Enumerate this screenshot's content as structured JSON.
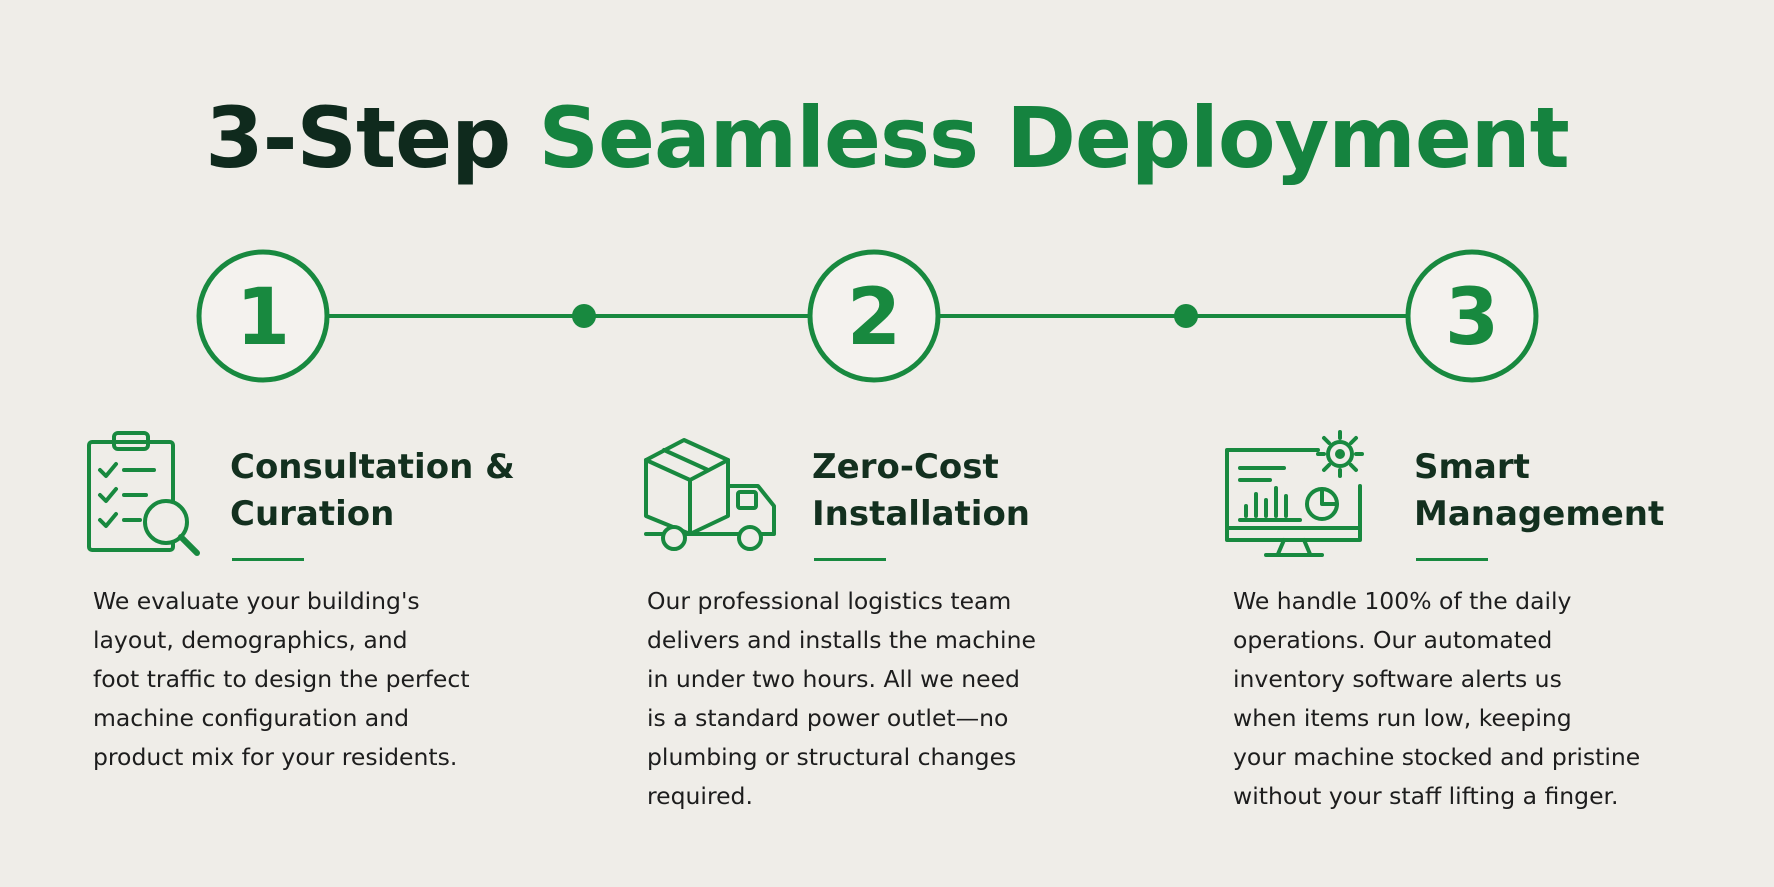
{
  "title": {
    "part1": "3-Step",
    "part2": "Seamless Deployment"
  },
  "colors": {
    "accent": "#18893f",
    "title_dark": "#0f2a1d",
    "background": "#efede8"
  },
  "steps": [
    {
      "number": "1",
      "icon": "clipboard-magnifier-icon",
      "heading": [
        "Consultation &",
        "Curation"
      ],
      "description": [
        "We evaluate your building's",
        "layout, demographics, and",
        "foot traffic to design the perfect",
        "machine configuration and",
        "product mix for your residents."
      ]
    },
    {
      "number": "2",
      "icon": "delivery-truck-box-icon",
      "heading": [
        "Zero-Cost",
        "Installation"
      ],
      "description": [
        "Our professional logistics team",
        "delivers and installs the machine",
        "in under two hours. All we need",
        "is a standard power outlet—no",
        "plumbing or structural changes",
        "required."
      ]
    },
    {
      "number": "3",
      "icon": "monitor-chart-gear-icon",
      "heading": [
        "Smart",
        "Management"
      ],
      "description": [
        "We handle 100% of the daily",
        "operations. Our automated",
        "inventory software alerts us",
        "when items run low, keeping",
        "your machine stocked and pristine",
        "without your staff lifting a finger."
      ]
    }
  ]
}
